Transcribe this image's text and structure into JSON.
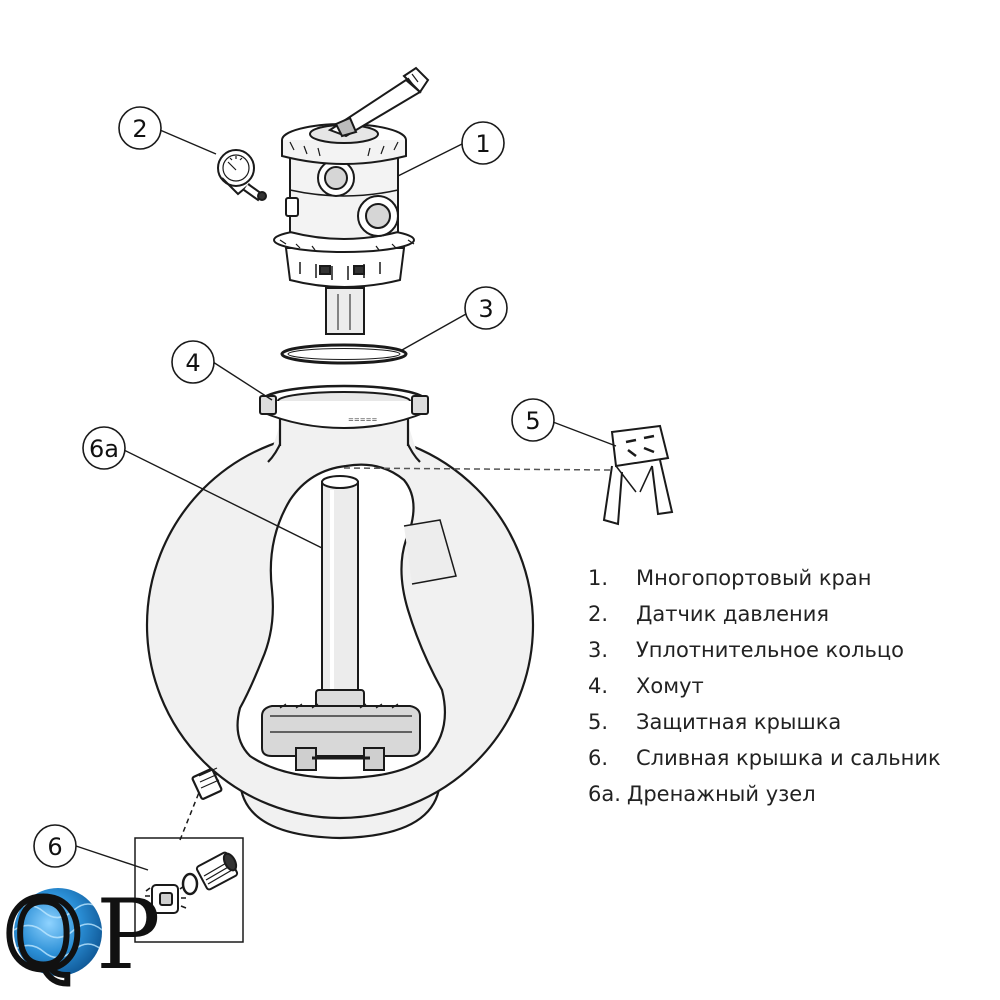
{
  "callouts": [
    {
      "id": "1",
      "label": "1"
    },
    {
      "id": "2",
      "label": "2"
    },
    {
      "id": "3",
      "label": "3"
    },
    {
      "id": "4",
      "label": "4"
    },
    {
      "id": "5",
      "label": "5"
    },
    {
      "id": "6",
      "label": "6"
    },
    {
      "id": "6a",
      "label": "6a"
    }
  ],
  "legend": [
    {
      "num": "1.",
      "text": "Многопортовый кран"
    },
    {
      "num": "2.",
      "text": "Датчик давления"
    },
    {
      "num": "3.",
      "text": "Уплотнительное кольцо"
    },
    {
      "num": "4.",
      "text": "Хомут"
    },
    {
      "num": "5.",
      "text": "Защитная крышка"
    },
    {
      "num": "6.",
      "text": "Сливная крышка и сальник"
    },
    {
      "num": "6а.",
      "text": "Дренажный узел"
    }
  ],
  "logo": {
    "letter_q": "Q",
    "letter_p": "P"
  },
  "colors": {
    "line": "#1a1a1a",
    "tank_fill": "#f1f1f1",
    "logo_water": "#2b8fd6"
  }
}
